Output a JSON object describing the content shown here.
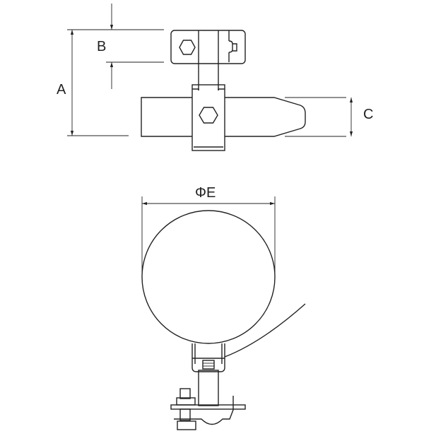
{
  "dimensions": {
    "a": "A",
    "b": "B",
    "c": "C",
    "e": "ΦE"
  },
  "colors": {
    "line": "#222222",
    "background": "#ffffff"
  }
}
